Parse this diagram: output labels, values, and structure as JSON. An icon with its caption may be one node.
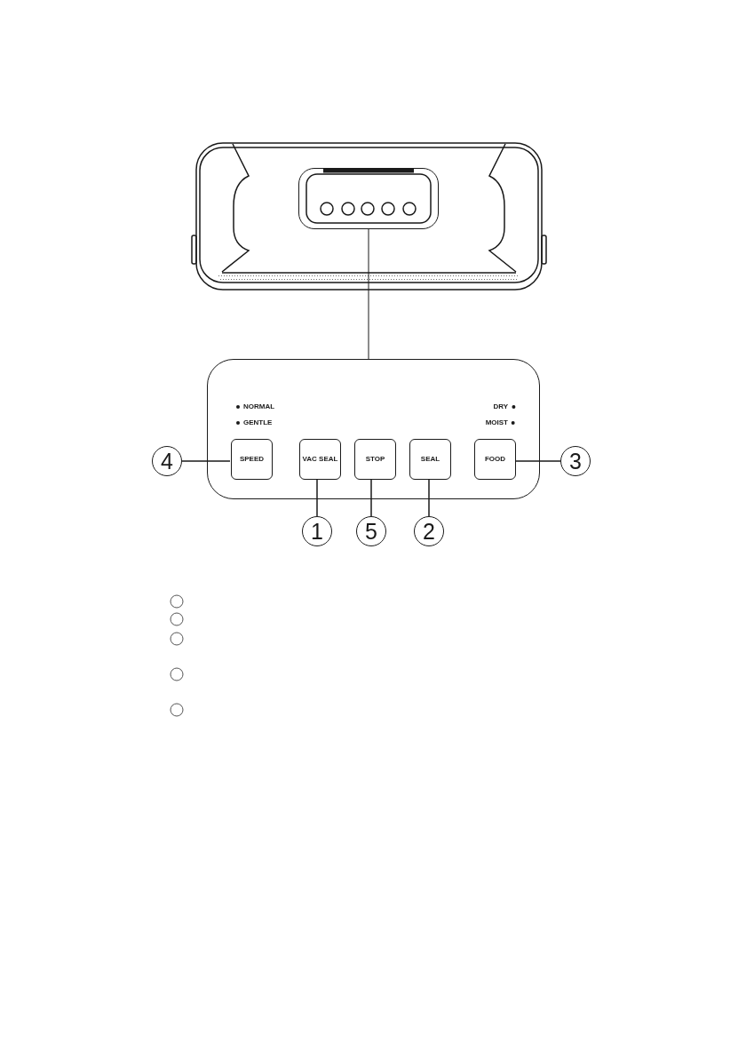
{
  "diagram": {
    "nodes": [
      {
        "text": [],
        "shape": "picture"
      },
      {
        "text": [],
        "shape": "box",
        "in": 0
      },
      {
        "text": [],
        "shape": "box"
      },
      {
        "text": [
          "SPEED"
        ],
        "in": 2,
        "beside": [
          "NORMAL",
          "GENTLE"
        ]
      },
      {
        "text": [
          "VAC SEAL"
        ],
        "in": 2
      },
      {
        "text": [
          "STOP"
        ],
        "in": 2
      },
      {
        "text": [
          "SEAL"
        ],
        "in": 2
      },
      {
        "text": [
          "FOOD"
        ],
        "in": 2,
        "beside": [
          "DRY",
          "MOIST"
        ]
      },
      {
        "text": [
          "4"
        ]
      },
      {
        "text": [
          "3"
        ]
      },
      {
        "text": [
          "1"
        ]
      },
      {
        "text": [
          "5"
        ]
      },
      {
        "text": [
          "2"
        ]
      }
    ],
    "edges": [
      {
        "from": 1,
        "to": 2,
        "arrow": "none",
        "color": "#8c8c8c"
      },
      {
        "from": 8,
        "to": 3,
        "arrow": "none"
      },
      {
        "from": 9,
        "to": 7,
        "arrow": "none"
      },
      {
        "from": 10,
        "to": 4,
        "arrow": "none"
      },
      {
        "from": 11,
        "to": 5,
        "arrow": "none"
      },
      {
        "from": 12,
        "to": 6,
        "arrow": "none"
      }
    ]
  }
}
